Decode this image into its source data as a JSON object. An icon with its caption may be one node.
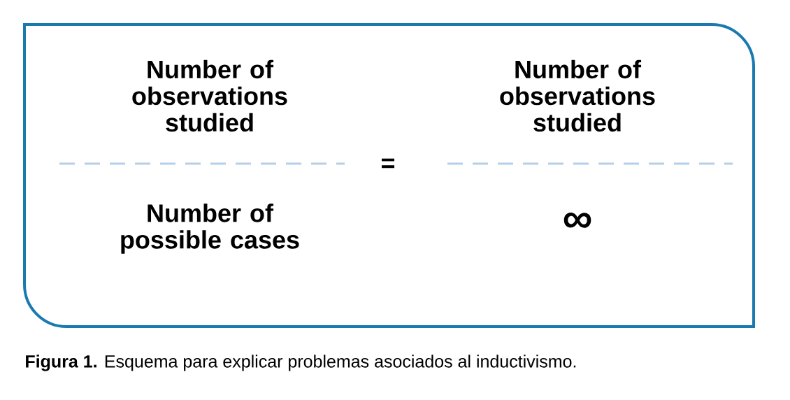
{
  "diagram": {
    "caption": "**Figura 1.** Esquema para explicar problemas asociados al inductivismo.",
    "nodes": [
      {
        "text": [
          "Number of observations studied",
          "=",
          "Number of observations studied",
          "Number of possible cases",
          "∞"
        ]
      }
    ]
  }
}
